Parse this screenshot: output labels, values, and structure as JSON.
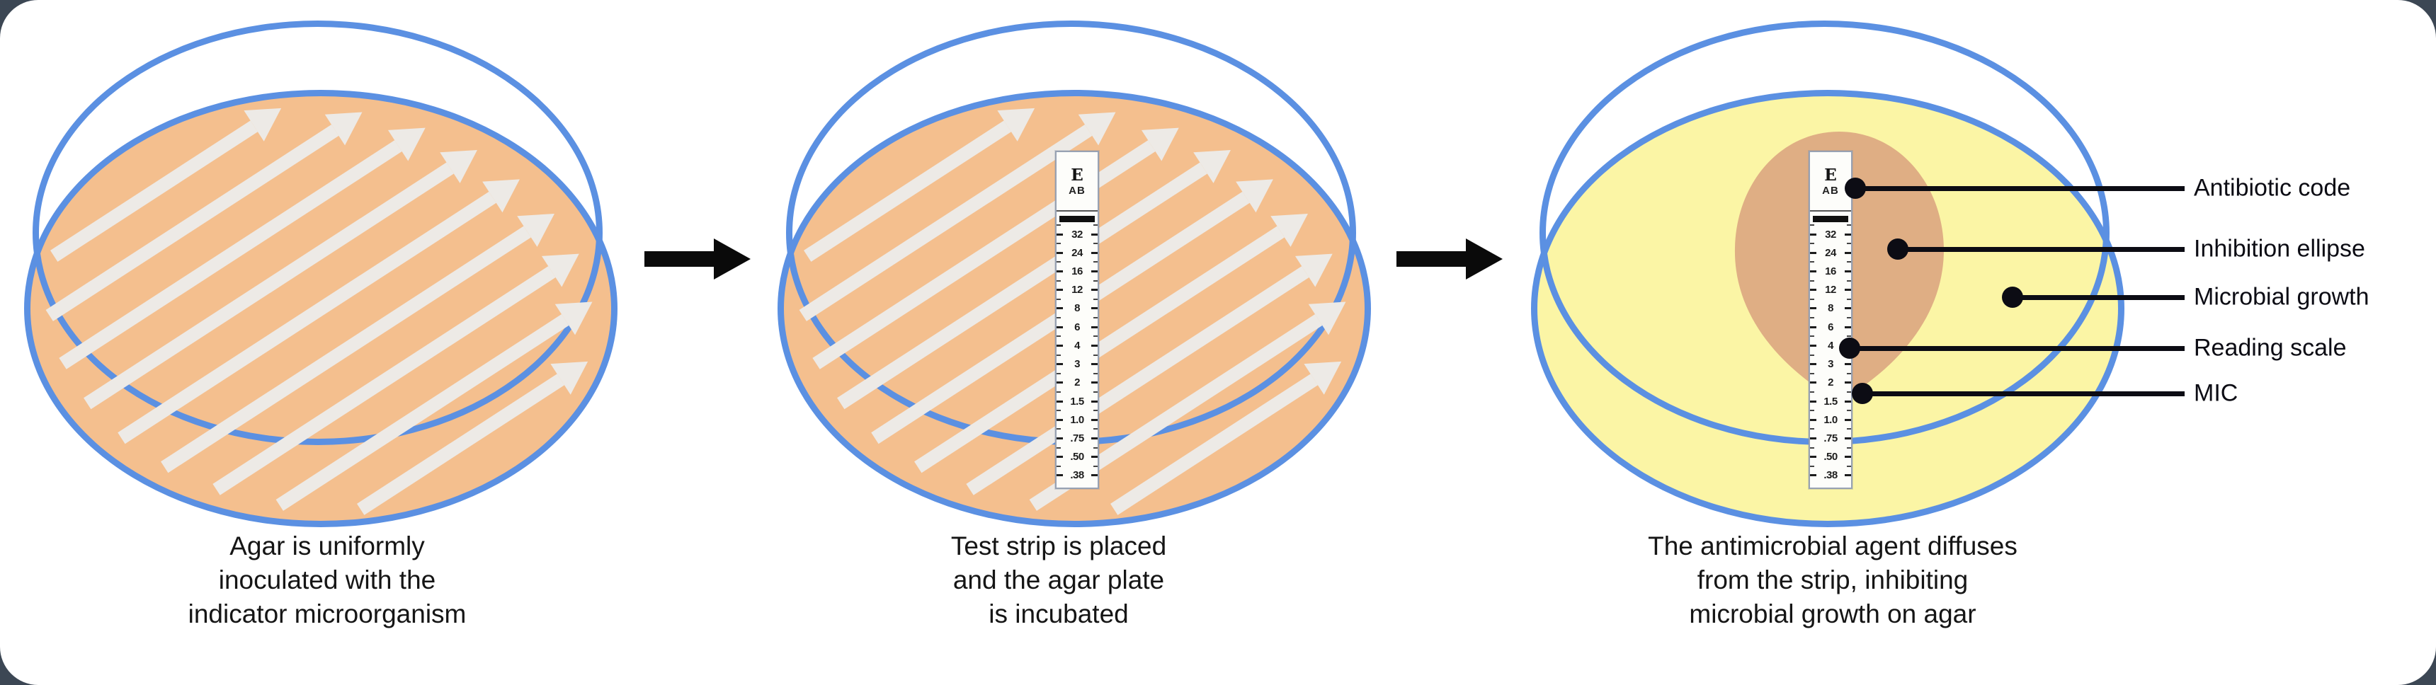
{
  "figure": {
    "steps": [
      {
        "caption_lines": [
          "Agar is uniformly",
          "inoculated with the",
          "indicator microorganism"
        ]
      },
      {
        "caption_lines": [
          "Test strip is placed",
          "and the agar plate",
          "is incubated"
        ]
      },
      {
        "caption_lines": [
          "The antimicrobial agent diffuses",
          "from the strip, inhibiting",
          "microbial growth on agar"
        ]
      }
    ],
    "streak_arrows_per_dish": 9
  },
  "strip": {
    "logo": "E",
    "code": "AB",
    "scale_values": [
      "32",
      "24",
      "16",
      "12",
      "8",
      "6",
      "4",
      "3",
      "2",
      "1.5",
      "1.0",
      ".75",
      ".50",
      ".38"
    ]
  },
  "annotations": [
    {
      "label": "Antibiotic code"
    },
    {
      "label": "Inhibition ellipse"
    },
    {
      "label": "Microbial growth"
    },
    {
      "label": "Reading scale"
    },
    {
      "label": "MIC"
    }
  ],
  "colors": {
    "agar_orange": "#F4BF8E",
    "rim_blue": "#5B90E2",
    "streak_white": "#EDEAE6",
    "growth_yellow": "#FBF5A5",
    "inhibition_tan": "#DFAE84",
    "ink": "#0C0C14",
    "strip_border": "#98A2B3",
    "panel_bg": "#FFFFFF",
    "outer_bg": "#3C4754"
  }
}
